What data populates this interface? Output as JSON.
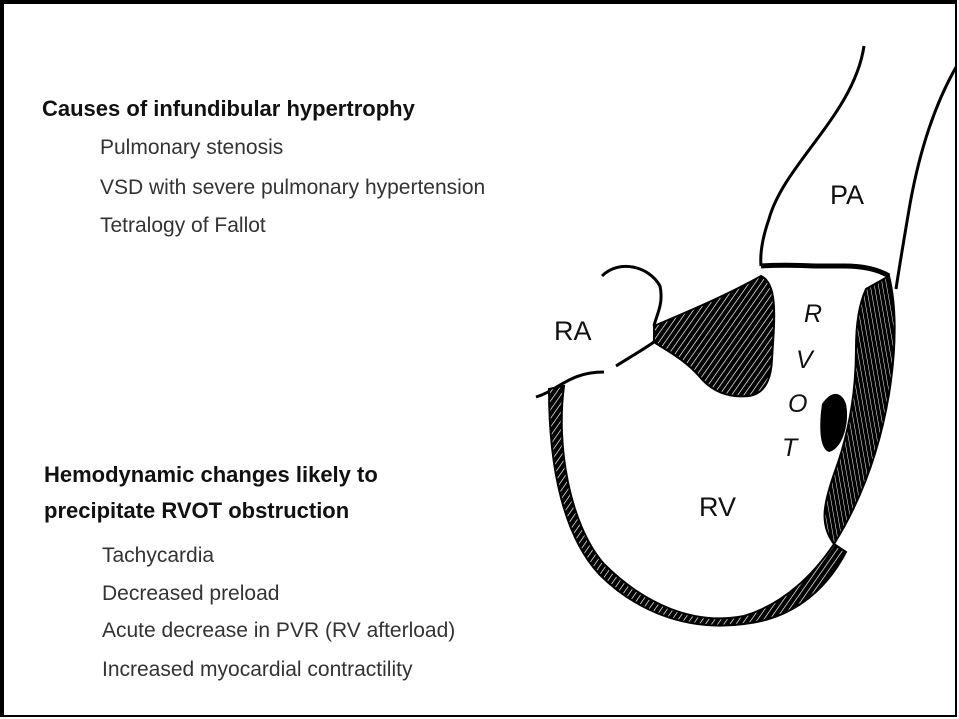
{
  "causes": {
    "heading": "Causes of infundibular hypertrophy",
    "items": [
      "Pulmonary stenosis",
      "VSD with severe pulmonary hypertension",
      "Tetralogy of Fallot"
    ]
  },
  "hemodynamics": {
    "heading_line1": "Hemodynamic changes likely to",
    "heading_line2": "precipitate RVOT obstruction",
    "items": [
      "Tachycardia",
      "Decreased preload",
      "Acute decrease in PVR (RV afterload)",
      "Increased myocardial contractility"
    ]
  },
  "labels": {
    "pa": "PA",
    "ra": "RA",
    "rv": "RV",
    "rvot_letters": [
      "R",
      "V",
      "O",
      "T"
    ]
  }
}
